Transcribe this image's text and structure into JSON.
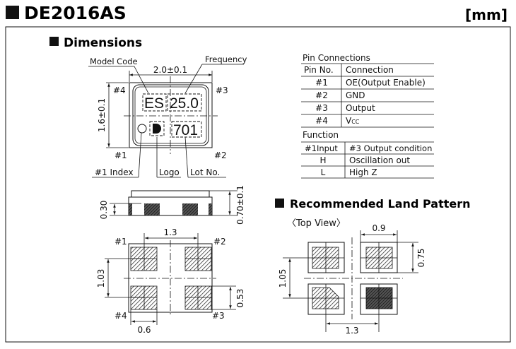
{
  "header": {
    "title": "DE2016AS",
    "unit": "[mm]"
  },
  "dimensions": {
    "heading": "Dimensions",
    "top_view": {
      "model_code_label": "Model Code",
      "frequency_label": "Frequency",
      "width_dim": "2.0±0.1",
      "height_dim": "1.6±0.1",
      "pin4": "#4",
      "pin3": "#3",
      "pin1": "#1",
      "pin2": "#2",
      "marking_model": "ES",
      "marking_freq": "25.0",
      "marking_lot": "701",
      "index_label": "#1 Index",
      "logo_label": "Logo",
      "lot_label": "Lot No."
    },
    "side_view": {
      "pad_height_dim": "0.30",
      "total_height_dim": "0.70±0.1"
    },
    "bottom_view": {
      "pitch_x_dim": "1.3",
      "pitch_y_dim": "1.03",
      "pad_h_dim": "0.53",
      "pad_w_dim": "0.6",
      "pin1": "#1",
      "pin2": "#2",
      "pin3": "#3",
      "pin4": "#4"
    }
  },
  "pin_connections": {
    "title": "Pin Connections",
    "headers": [
      "Pin No.",
      "Connection"
    ],
    "rows": [
      {
        "pin": "#1",
        "connection": "OE(Output Enable)"
      },
      {
        "pin": "#2",
        "connection": "GND"
      },
      {
        "pin": "#3",
        "connection": "Output"
      },
      {
        "pin": "#4",
        "connection_main": "V",
        "connection_sub": "CC"
      }
    ]
  },
  "function": {
    "title": "Function",
    "headers": [
      "#1Input",
      "#3 Output condition"
    ],
    "rows": [
      {
        "input": "H",
        "output": "Oscillation out"
      },
      {
        "input": "L",
        "output": "High Z"
      }
    ]
  },
  "land_pattern": {
    "heading": "Recommended Land Pattern",
    "view_label": "〈Top View〉",
    "width_dim": "0.9",
    "height_dim": "0.75",
    "pitch_y_dim": "1.05",
    "pitch_x_dim": "1.3"
  }
}
